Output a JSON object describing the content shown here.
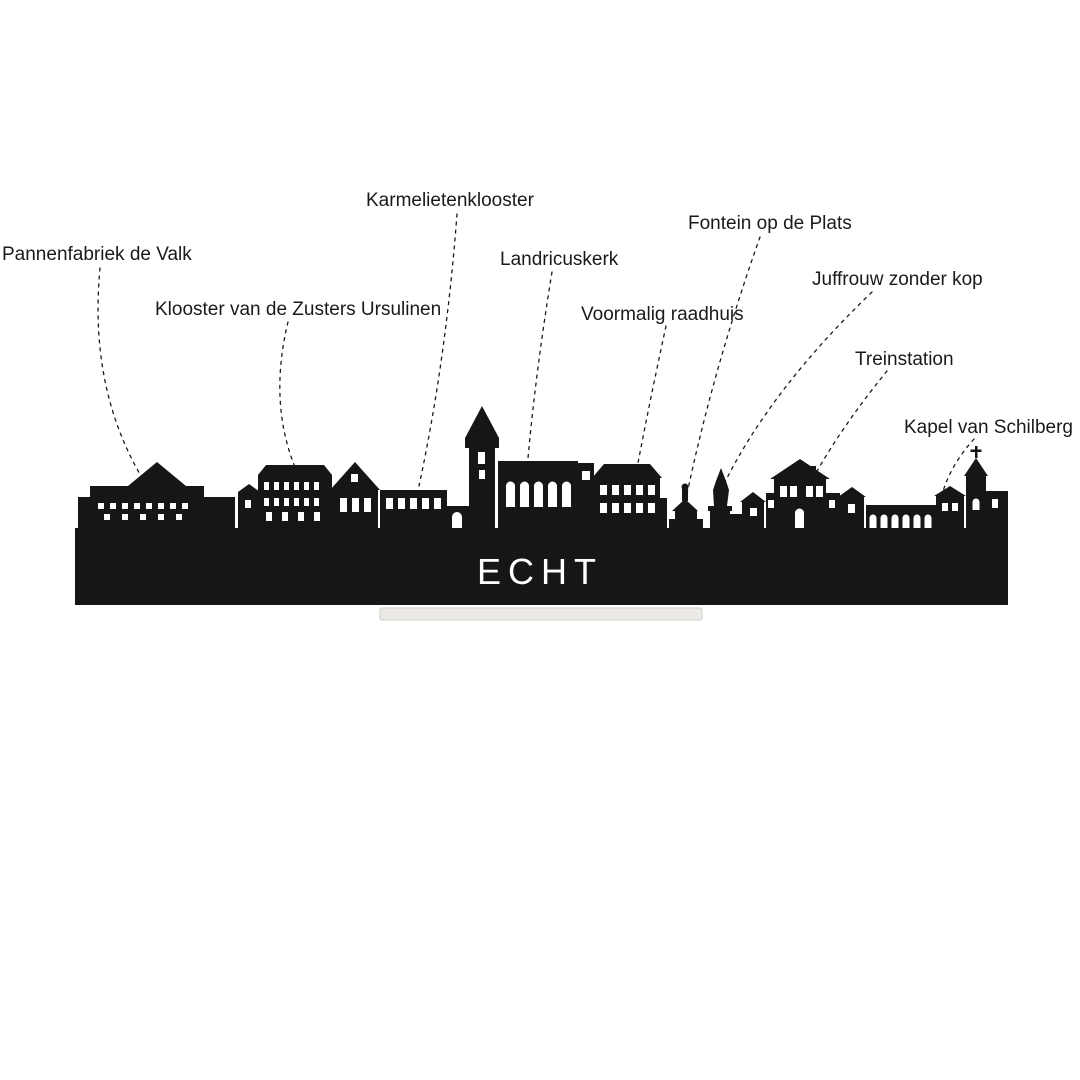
{
  "city": {
    "name": "ECHT"
  },
  "labels": [
    {
      "text": "Pannenfabriek de Valk"
    },
    {
      "text": "Klooster van de Zusters Ursulinen"
    },
    {
      "text": "Karmelietenklooster"
    },
    {
      "text": "Landricuskerk"
    },
    {
      "text": "Voormalig raadhuis"
    },
    {
      "text": "Fontein op de Plats"
    },
    {
      "text": "Juffrouw zonder kop"
    },
    {
      "text": "Treinstation"
    },
    {
      "text": "Kapel van Schilberg"
    }
  ],
  "colors": {
    "background": "#ffffff",
    "silhouette": "#161616",
    "label_text": "#1a1a1a",
    "leader_line": "#1a1a1a",
    "city_text": "#ffffff",
    "stand_fill": "#eceae7",
    "stand_edge": "#cfccc8"
  }
}
